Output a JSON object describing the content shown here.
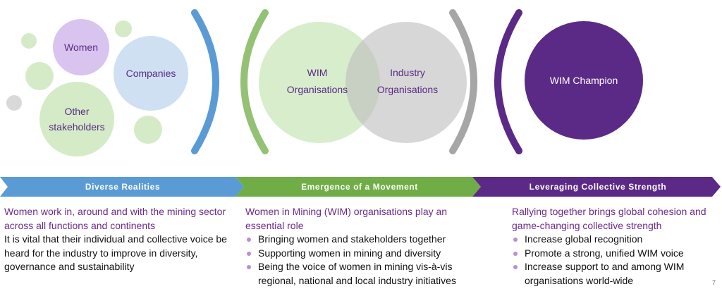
{
  "colors": {
    "blue": "#5b9bd5",
    "green": "#70ad47",
    "purple": "#5b2a86",
    "gray": "#a6a6a6",
    "lavender": "#d9c3ef",
    "light_blue": "#cfe0f3",
    "light_green": "#d5ebc8",
    "text_purple": "#6a2a8a"
  },
  "circles": {
    "women": "Women",
    "companies": "Companies",
    "other_line1": "Other",
    "other_line2": "stakeholders",
    "wim_line1": "WIM",
    "wim_line2": "Organisations",
    "industry_line1": "Industry",
    "industry_line2": "Organisations",
    "champion": "WIM Champion"
  },
  "banner": [
    {
      "label": "Diverse Realities"
    },
    {
      "label": "Emergence of a Movement"
    },
    {
      "label": "Leveraging Collective Strength"
    }
  ],
  "columns": {
    "diverse": {
      "intro": "Women work in, around and with the mining sector across all functions and continents",
      "body": "It is vital that their individual and collective voice be heard for the industry to improve in diversity, governance and sustainability"
    },
    "emergence": {
      "intro": "Women in Mining (WIM) organisations play an essential role",
      "bullets": [
        "Bringing women and stakeholders together",
        "Supporting women in mining and diversity",
        "Being the voice of women in mining vis-à-vis regional, national and local industry initiatives"
      ]
    },
    "leveraging": {
      "intro": "Rallying together brings global cohesion and game-changing collective strength",
      "bullets": [
        "Increase global recognition",
        "Promote a strong, unified WIM voice",
        "Increase support to and among WIM organisations world-wide"
      ]
    }
  },
  "page_number": "7"
}
